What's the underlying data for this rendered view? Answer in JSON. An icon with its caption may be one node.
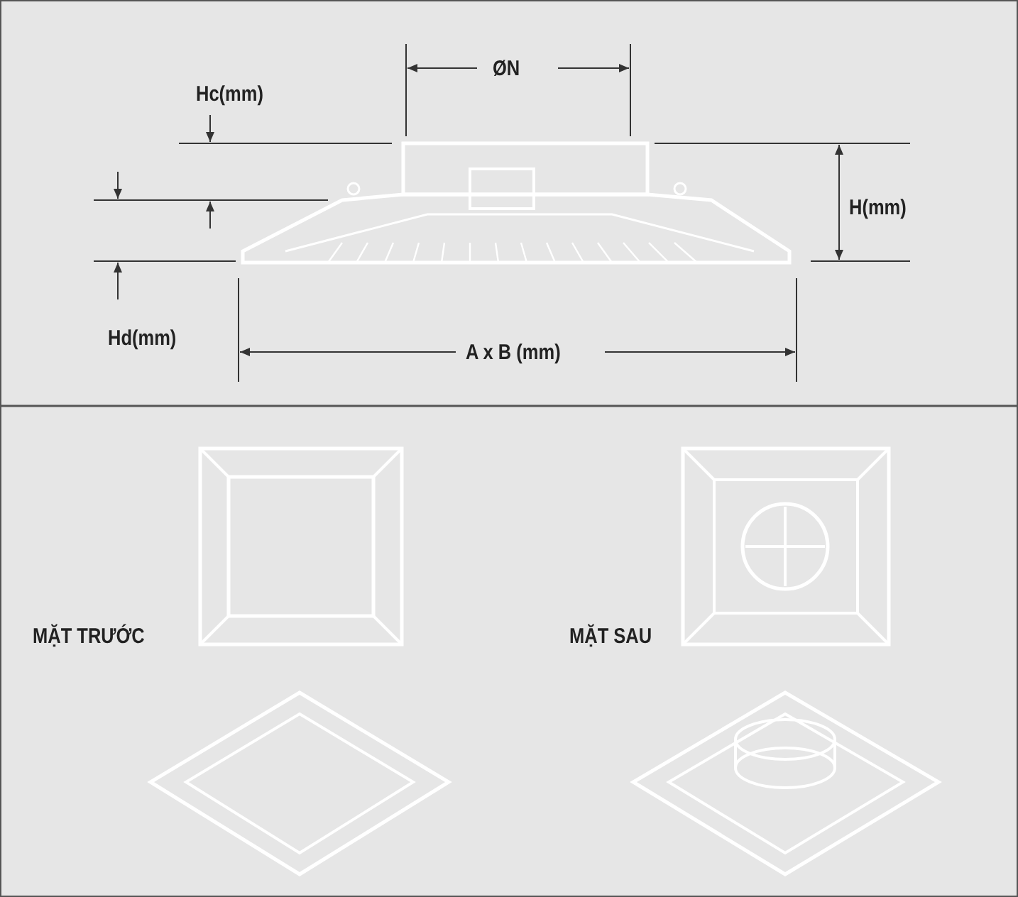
{
  "diagram": {
    "labels": [
      "ØN",
      "Hc(mm)",
      "H(mm)",
      "Hd(mm)",
      "A x B (mm)",
      "MẶT TRƯỚC",
      "MẶT SAU"
    ]
  }
}
